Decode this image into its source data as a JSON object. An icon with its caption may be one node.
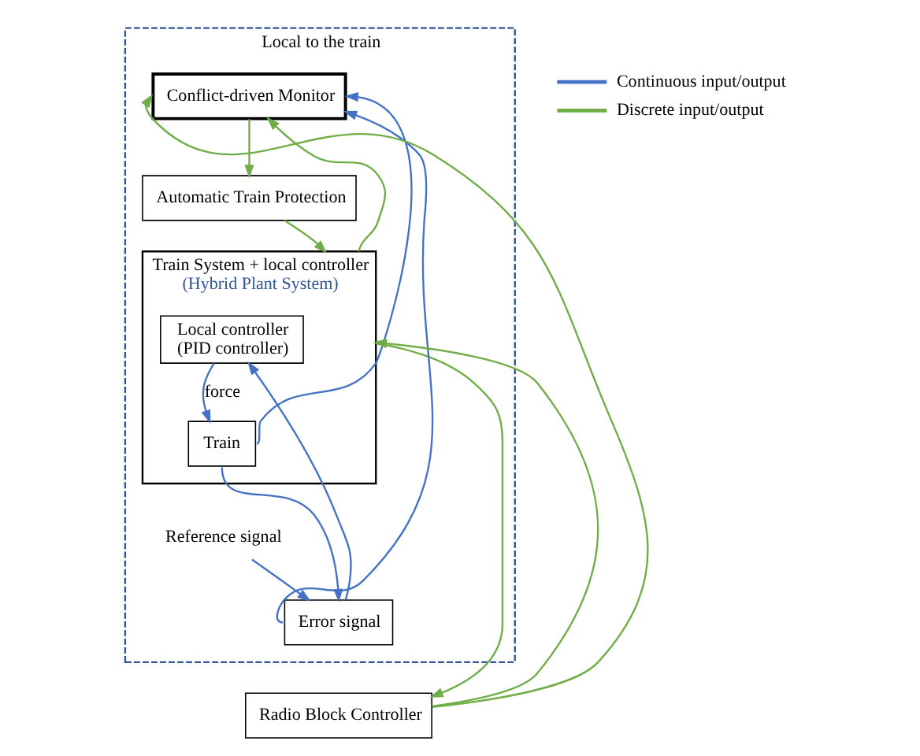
{
  "diagram": {
    "nodes": [
      {
        "text": [
          "Local to the train"
        ]
      },
      {
        "text": [
          "Conflict-driven Monitor"
        ],
        "in": 0
      },
      {
        "text": [
          "Automatic Train Protection"
        ],
        "in": 0
      },
      {
        "text": [
          "Train System + local controller",
          "(Hybrid Plant System)"
        ],
        "in": 0
      },
      {
        "text": [
          "Local controller (PID controller)"
        ],
        "in": 3
      },
      {
        "text": [
          "Train"
        ],
        "in": 3
      },
      {
        "text": [
          "Reference signal"
        ],
        "in": 0
      },
      {
        "text": [
          "Error signal"
        ],
        "in": 0
      },
      {
        "text": [
          "Radio Block Controller"
        ]
      }
    ],
    "edges": [
      {
        "from": 1,
        "to": 2,
        "arrow": "to",
        "color": "#70ad47"
      },
      {
        "from": 2,
        "to": 3,
        "arrow": "to",
        "color": "#70ad47"
      },
      {
        "from": 8,
        "to": 1,
        "arrow": "to",
        "color": "#70ad47"
      },
      {
        "from": 8,
        "to": 3,
        "arrow": "to",
        "color": "#70ad47"
      },
      {
        "from": 3,
        "to": 1,
        "arrow": "to",
        "color": "#70ad47"
      },
      {
        "from": 3,
        "to": 8,
        "arrow": "to",
        "color": "#70ad47"
      },
      {
        "from": 4,
        "to": 5,
        "arrow": "to",
        "label": "force",
        "color": "#4472c4"
      },
      {
        "from": 5,
        "to": 1,
        "arrow": "to",
        "color": "#4472c4"
      },
      {
        "from": 5,
        "to": 7,
        "arrow": "to",
        "color": "#4472c4"
      },
      {
        "from": 6,
        "to": 7,
        "arrow": "to",
        "color": "#4472c4"
      },
      {
        "from": 7,
        "to": 1,
        "arrow": "to",
        "color": "#4472c4"
      },
      {
        "from": 7,
        "to": 4,
        "arrow": "to",
        "color": "#4472c4"
      }
    ],
    "legend": [
      {
        "text": "Continuous input/output"
      },
      {
        "text": "Discrete input/output"
      }
    ]
  }
}
